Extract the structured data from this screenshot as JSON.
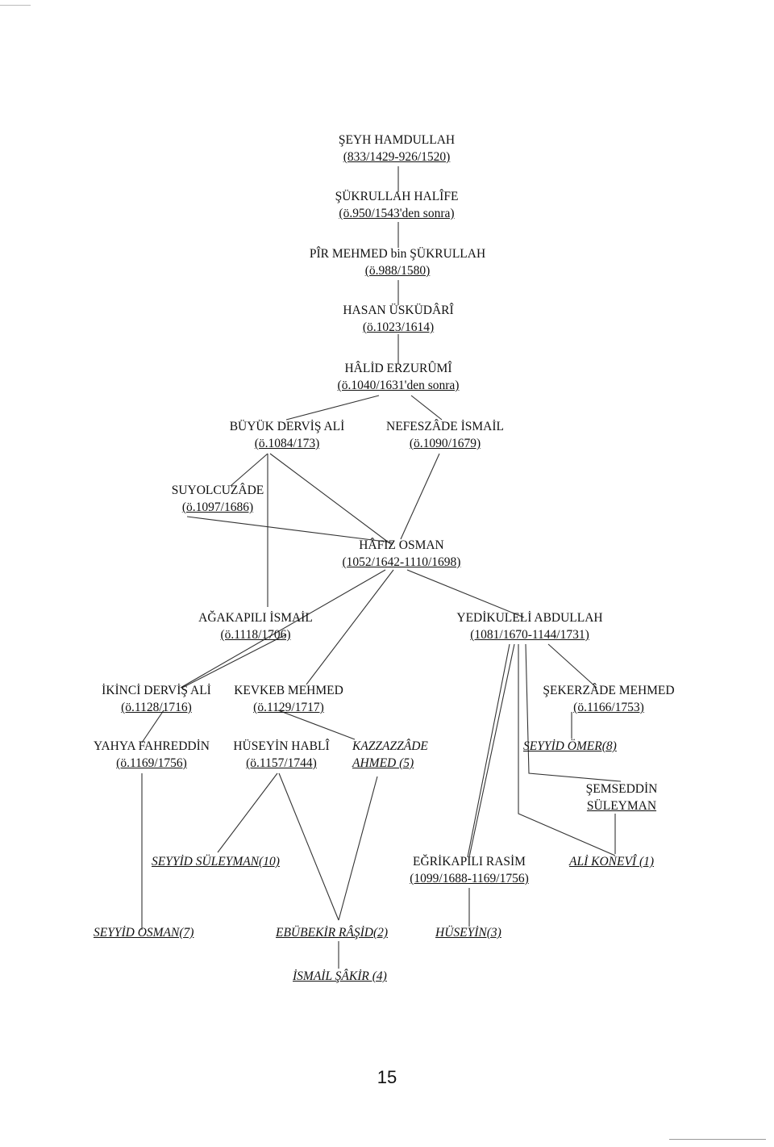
{
  "nodes": {
    "seyh_hamdullah": {
      "name": "ŞEYH HAMDULLAH",
      "dates": "(833/1429-926/1520)"
    },
    "sukrullah_halife": {
      "name": "ŞÜKRULLAH HALÎFE",
      "dates": "(ö.950/1543'den sonra)"
    },
    "pir_mehmed": {
      "name": "PÎR MEHMED bin ŞÜKRULLAH",
      "dates": "(ö.988/1580)"
    },
    "hasan_uskudari": {
      "name": "HASAN ÜSKÜDÂRÎ",
      "dates": "(ö.1023/1614)"
    },
    "halid_erzurumi": {
      "name": "HÂLİD ERZURÛMÎ",
      "dates": "(ö.1040/1631'den sonra)"
    },
    "buyuk_dervis_ali": {
      "name": "BÜYÜK DERVİŞ ALİ",
      "dates": "(ö.1084/173)"
    },
    "nefeszade_ismail": {
      "name": "NEFESZÂDE İSMAİL",
      "dates": "(ö.1090/1679)"
    },
    "suyolcuzade": {
      "name": "SUYOLCUZÂDE",
      "dates": "(ö.1097/1686)"
    },
    "hafiz_osman": {
      "name": "HÂFIZ OSMAN",
      "dates": "(1052/1642-1110/1698)"
    },
    "agakapili_ismail": {
      "name": "AĞAKAPILI İSMAİL",
      "dates": "(ö.1118/1706)"
    },
    "yedikuleli_abdullah": {
      "name": "YEDİKULELİ ABDULLAH",
      "dates": "(1081/1670-1144/1731)"
    },
    "ikinci_dervis_ali": {
      "name": "İKİNCİ DERVİŞ ALİ",
      "dates": "(ö.1128/1716)"
    },
    "kevkeb_mehmed": {
      "name": "KEVKEB MEHMED",
      "dates": "(ö.1129/1717)"
    },
    "sekerzade_mehmed": {
      "name": "ŞEKERZÂDE MEHMED",
      "dates": "(ö.1166/1753)"
    },
    "yahya_fahreddin": {
      "name": "YAHYA FAHREDDİN",
      "dates": "(ö.1169/1756)"
    },
    "huseyin_habli": {
      "name": "HÜSEYİN HABLÎ",
      "dates": "(ö.1157/1744)"
    },
    "kazzazzade_ahmed": {
      "name": "KAZZAZZÂDE",
      "dates": "AHMED (5)"
    },
    "seyyid_omer": {
      "name": "SEYYİD ÖMER(8)"
    },
    "semseddin_suleyman": {
      "name": "ŞEMSEDDİN",
      "dates": "SÜLEYMAN"
    },
    "seyyid_suleyman": {
      "name": "SEYYİD SÜLEYMAN(10)"
    },
    "egrikapili_rasim": {
      "name": "EĞRİKAPILI RASİM",
      "dates": "(1099/1688-1169/1756)"
    },
    "ali_konevi": {
      "name": "ALİ KONEVÎ (1)"
    },
    "seyyid_osman": {
      "name": "SEYYİD OSMAN(7)"
    },
    "ebubekir_rasid": {
      "name": "EBÜBEKİR RÂŞİD(2)"
    },
    "huseyin_3": {
      "name": "HÜSEYİN(3)"
    },
    "ismail_sakir": {
      "name": "İSMAİL ŞÂKİR (4)"
    }
  },
  "page_number": "15"
}
